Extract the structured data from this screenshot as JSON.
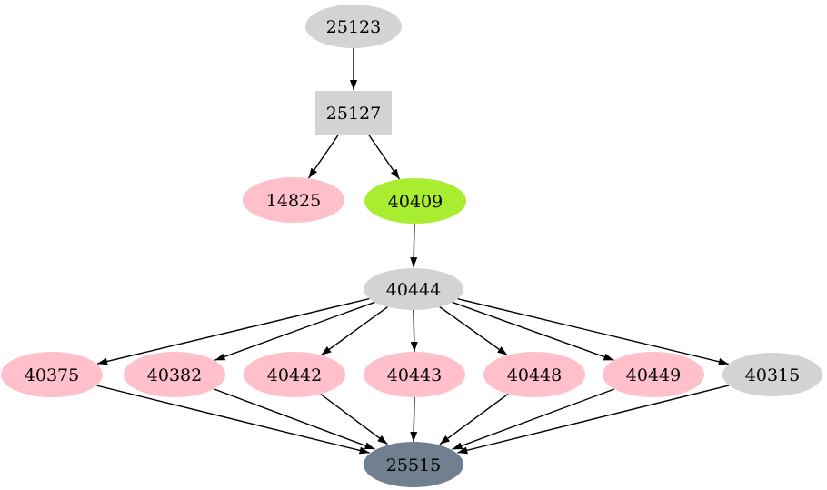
{
  "diagram": {
    "type": "directed-graph",
    "background": "#ffffff",
    "edge_color": "#000000",
    "arrowhead_style": "filled-triangle",
    "palette": {
      "lightgrey": "#d3d3d3",
      "pink": "#ffc0cb",
      "greenyellow": "#a9ed30",
      "slategray": "#708090",
      "text": "#000000"
    },
    "nodes": [
      {
        "id": "25123",
        "label": "25123",
        "shape": "ellipse",
        "fill": "lightgrey"
      },
      {
        "id": "25127",
        "label": "25127",
        "shape": "box",
        "fill": "lightgrey"
      },
      {
        "id": "14825",
        "label": "14825",
        "shape": "ellipse",
        "fill": "pink"
      },
      {
        "id": "40409",
        "label": "40409",
        "shape": "ellipse",
        "fill": "greenyellow"
      },
      {
        "id": "40444",
        "label": "40444",
        "shape": "ellipse",
        "fill": "lightgrey"
      },
      {
        "id": "40375",
        "label": "40375",
        "shape": "ellipse",
        "fill": "pink"
      },
      {
        "id": "40382",
        "label": "40382",
        "shape": "ellipse",
        "fill": "pink"
      },
      {
        "id": "40442",
        "label": "40442",
        "shape": "ellipse",
        "fill": "pink"
      },
      {
        "id": "40443",
        "label": "40443",
        "shape": "ellipse",
        "fill": "pink"
      },
      {
        "id": "40448",
        "label": "40448",
        "shape": "ellipse",
        "fill": "pink"
      },
      {
        "id": "40449",
        "label": "40449",
        "shape": "ellipse",
        "fill": "pink"
      },
      {
        "id": "40315",
        "label": "40315",
        "shape": "ellipse",
        "fill": "lightgrey"
      },
      {
        "id": "25515",
        "label": "25515",
        "shape": "ellipse",
        "fill": "slategray"
      }
    ],
    "edges": [
      {
        "from": "25123",
        "to": "25127"
      },
      {
        "from": "25127",
        "to": "14825"
      },
      {
        "from": "25127",
        "to": "40409"
      },
      {
        "from": "40409",
        "to": "40444"
      },
      {
        "from": "40444",
        "to": "40375"
      },
      {
        "from": "40444",
        "to": "40382"
      },
      {
        "from": "40444",
        "to": "40442"
      },
      {
        "from": "40444",
        "to": "40443"
      },
      {
        "from": "40444",
        "to": "40448"
      },
      {
        "from": "40444",
        "to": "40449"
      },
      {
        "from": "40444",
        "to": "40315"
      },
      {
        "from": "40375",
        "to": "25515"
      },
      {
        "from": "40382",
        "to": "25515"
      },
      {
        "from": "40442",
        "to": "25515"
      },
      {
        "from": "40443",
        "to": "25515"
      },
      {
        "from": "40448",
        "to": "25515"
      },
      {
        "from": "40449",
        "to": "25515"
      },
      {
        "from": "40315",
        "to": "25515"
      }
    ]
  }
}
